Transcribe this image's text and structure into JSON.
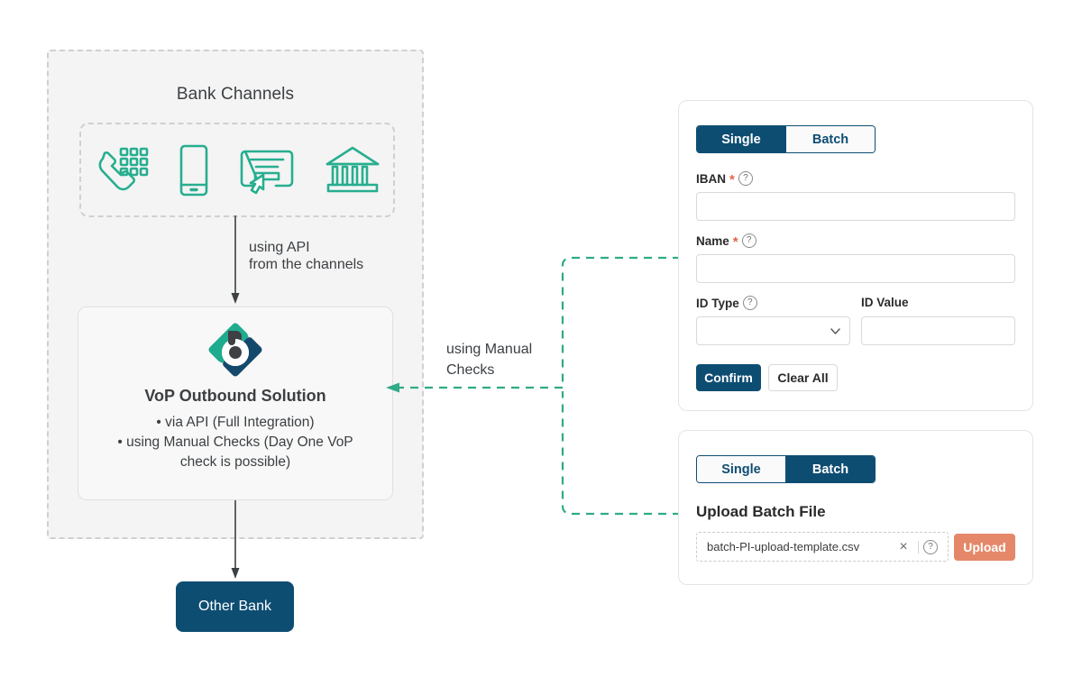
{
  "diagram": {
    "group_title": "Bank Channels",
    "channels": [
      {
        "name": "phone-keypad-icon",
        "label": "Phone banking"
      },
      {
        "name": "mobile-phone-icon",
        "label": "Mobile banking"
      },
      {
        "name": "online-form-click-icon",
        "label": "Online banking"
      },
      {
        "name": "bank-building-icon",
        "label": "Branch banking"
      }
    ],
    "api_arrow_label": "using API\nfrom the channels",
    "manual_arrow_label": "using Manual\nChecks",
    "vop": {
      "logo_name": "vop-logo",
      "title": "VoP Outbound Solution",
      "bullets": [
        "• via API (Full Integration)",
        "• using Manual Checks (Day One VoP",
        "check is possible)"
      ]
    },
    "other_bank_label": "Other Bank"
  },
  "panel_single": {
    "tabs": [
      {
        "label": "Single",
        "active": true
      },
      {
        "label": "Batch",
        "active": false
      }
    ],
    "fields": {
      "iban": {
        "label": "IBAN",
        "required": "*",
        "value": "",
        "placeholder": ""
      },
      "name": {
        "label": "Name",
        "required": "*",
        "value": "",
        "placeholder": ""
      },
      "id_type": {
        "label": "ID Type",
        "value": "",
        "placeholder": ""
      },
      "id_value": {
        "label": "ID Value",
        "value": "",
        "placeholder": ""
      }
    },
    "buttons": {
      "confirm": "Confirm",
      "clear_all": "Clear All"
    }
  },
  "panel_batch": {
    "tabs": [
      {
        "label": "Single",
        "active": false
      },
      {
        "label": "Batch",
        "active": true
      }
    ],
    "upload_title": "Upload Batch File",
    "file_name": "batch-PI-upload-template.csv",
    "clear_glyph": "×",
    "upload_button": "Upload"
  },
  "icons": {
    "help": "?",
    "chevron_down": "chevron-down-icon"
  },
  "colors": {
    "brand_navy": "#0e4d72",
    "brand_teal": "#27ae8f",
    "accent_orange": "#e5886a",
    "required_star": "#e0654a",
    "group_bg": "#f4f4f4",
    "card_bg": "#f8f8f8",
    "text": "#3c4043"
  }
}
